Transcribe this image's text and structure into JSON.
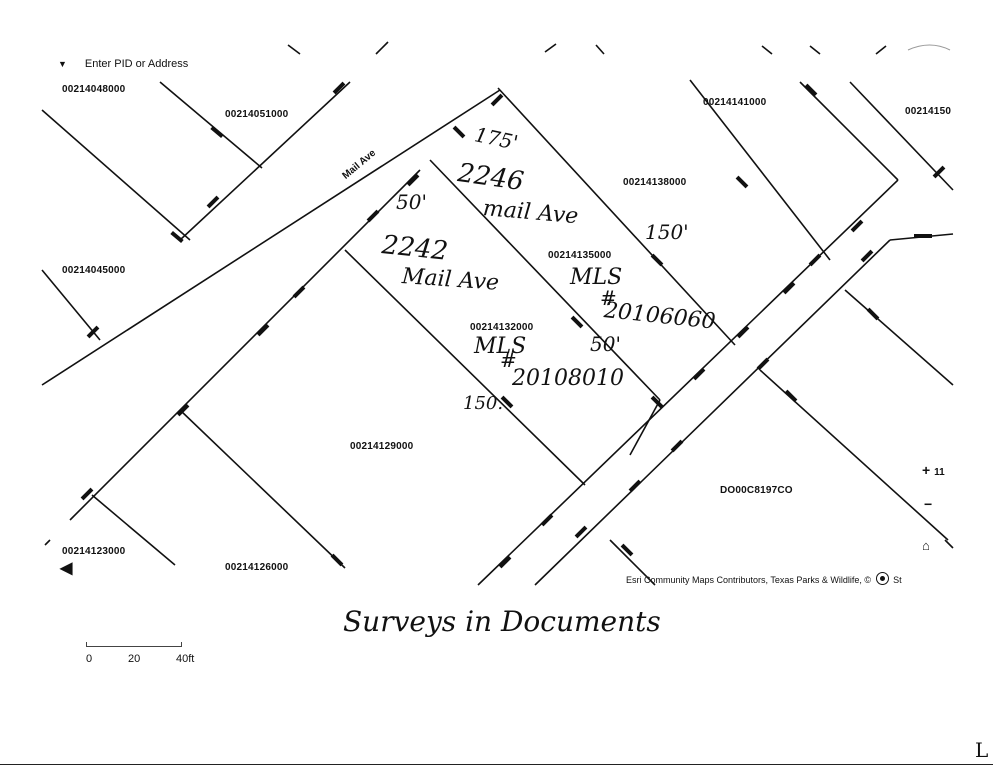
{
  "search": {
    "label": "Enter PID or Address",
    "arrow_icon": "caret-down-icon"
  },
  "street_name": "Mail Ave",
  "parcels": [
    "00214048000",
    "00214051000",
    "00214141000",
    "00214150",
    "00214138000",
    "00214045000",
    "00214135000",
    "00214132000",
    "00214129000",
    "DO00C8197CO",
    "00214123000",
    "00214126000"
  ],
  "handwritten": {
    "dim_175": "175'",
    "addr_2246_num": "2246",
    "addr_2246_street": "mail Ave",
    "dim_50_top": "50'",
    "dim_150_right": "150'",
    "addr_2242_num": "2242",
    "addr_2242_street": "Mail Ave",
    "mls_top": "MLS",
    "mls_top_hash": "#",
    "mls_top_num": "20106060",
    "mls_bottom": "MLS",
    "mls_bottom_hash": "#",
    "mls_bottom_num": "20108010",
    "dim_50_bottom": "50'",
    "dim_150_left": "150."
  },
  "caption": "Surveys in Documents",
  "attribution": "Esri Community Maps Contributors, Texas Parks & Wildlife, ©",
  "attribution_tail": "St",
  "scale": {
    "labels": [
      "0",
      "20",
      "40ft"
    ]
  },
  "controls": {
    "zoom_in": "+",
    "zoom_in_extra": "11",
    "zoom_out": "−",
    "home_icon": "home-icon",
    "locate_icon": "locate-icon",
    "back_icon": "back-arrow-icon"
  },
  "corner_mark": "L"
}
